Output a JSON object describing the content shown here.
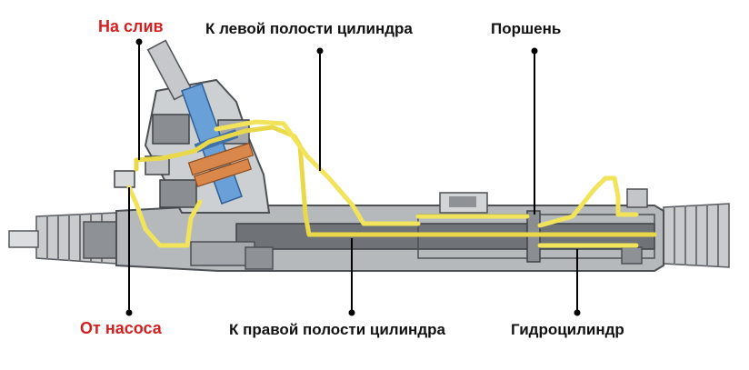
{
  "labels": {
    "drain": "На слив",
    "left_cavity": "К левой полости цилиндра",
    "piston": "Поршень",
    "from_pump": "От насоса",
    "right_cavity": "К правой полости цилиндра",
    "hydrocylinder": "Гидроцилиндр"
  },
  "colors": {
    "accent_label": "#d21f1f",
    "label_text": "#111111",
    "fluid_line": "#f1e35a",
    "valve_blue": "#6aa0d8",
    "valve_orange": "#d9874a",
    "housing_gray": "#a9acb0",
    "housing_dark": "#6f7276"
  }
}
